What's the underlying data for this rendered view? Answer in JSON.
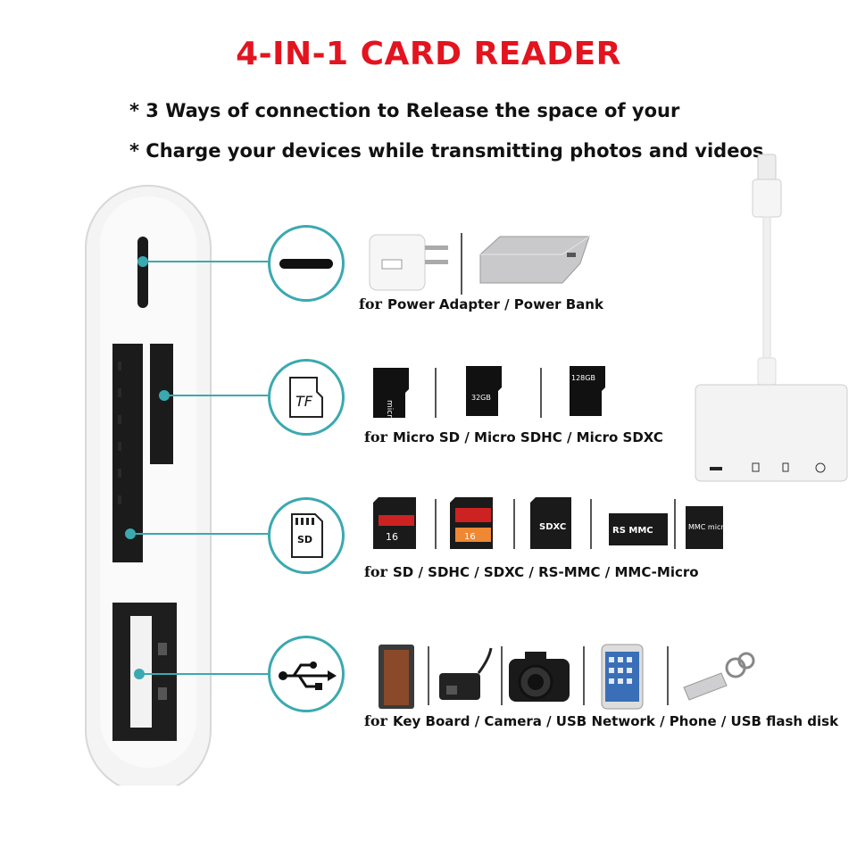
{
  "title": "4-IN-1 CARD READER",
  "bullets": [
    "* 3 Ways of connection to Release the space of your",
    "* Charge your devices while transmitting photos and videos"
  ],
  "rows": [
    {
      "for": "for",
      "caption": "Power Adapter / Power Bank",
      "icon": "lightning-port-icon"
    },
    {
      "for": "for",
      "caption": "Micro SD / Micro SDHC / Micro SDXC",
      "icon": "tf-card-icon",
      "badge": "TF"
    },
    {
      "for": "for",
      "caption": "SD / SDHC / SDXC / RS-MMC / MMC-Micro",
      "icon": "sd-card-icon"
    },
    {
      "for": "for",
      "caption": "Key Board / Camera / USB Network / Phone /  USB flash disk",
      "icon": "usb-icon"
    }
  ],
  "card_labels": {
    "sd16": "16",
    "sdhc16": "16",
    "sdxc": "SDXC",
    "rsmmc": "RS MMC",
    "mmcmicro": "MMC micro",
    "microsd32": "32GB",
    "microsd128": "128GB",
    "tf": "TF"
  },
  "colors": {
    "title": "#e3141f",
    "accent": "#3aa9b0"
  }
}
